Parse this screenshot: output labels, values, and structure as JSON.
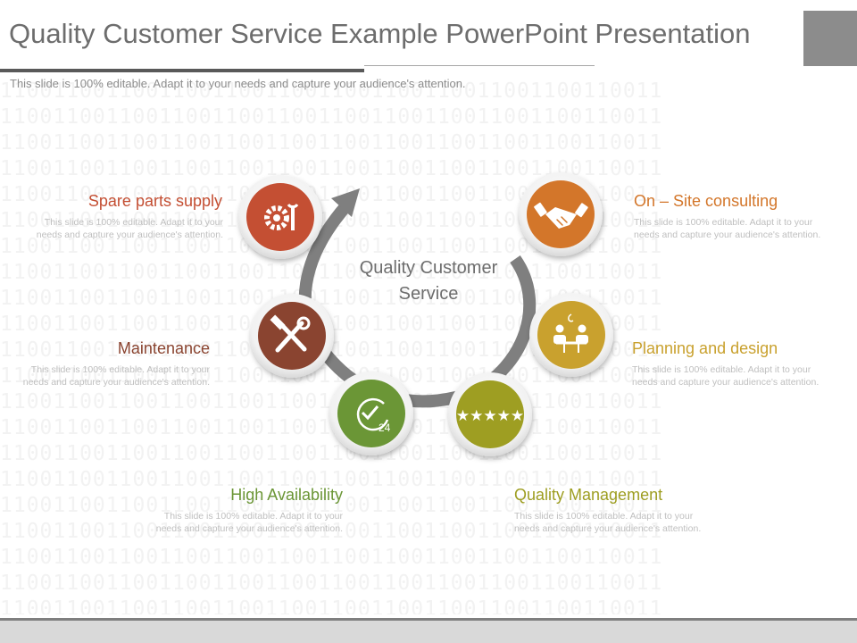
{
  "title": "Quality Customer Service Example PowerPoint Presentation",
  "subtitle": "This slide is 100% editable. Adapt it to your needs and capture your audience's attention.",
  "background_digits": "11001100110011001100110011001100110011001100110011",
  "center_label": "Quality Customer Service",
  "colors": {
    "spare_parts": "#c44f33",
    "maintenance": "#8a4430",
    "availability": "#6b9636",
    "quality": "#9e9e22",
    "planning": "#c9a12e",
    "consulting": "#d3762a"
  },
  "items": [
    {
      "key": "spare_parts",
      "icon": "gear-wrench-icon",
      "label": "Spare parts supply",
      "desc": "This slide is 100% editable. Adapt it to your needs and capture your audience's attention."
    },
    {
      "key": "maintenance",
      "icon": "hammer-wrench-icon",
      "label": "Maintenance",
      "desc": "This slide is 100% editable. Adapt it to your needs and capture your audience's attention."
    },
    {
      "key": "availability",
      "icon": "clock-24-icon",
      "label": "High Availability",
      "desc": "This slide is 100% editable. Adapt it to your needs and capture your audience's attention."
    },
    {
      "key": "quality",
      "icon": "five-stars-icon",
      "label": "Quality Management",
      "desc": "This slide is 100% editable. Adapt it to your needs and capture your audience's attention."
    },
    {
      "key": "planning",
      "icon": "meeting-table-icon",
      "label": "Planning  and design",
      "desc": "This slide is 100% editable. Adapt it to your needs and capture your audience's attention."
    },
    {
      "key": "consulting",
      "icon": "handshake-icon",
      "label": "On – Site consulting",
      "desc": "This slide is 100% editable. Adapt it to your needs and capture your audience's attention."
    }
  ],
  "icon_text": {
    "clock": "24",
    "stars": "★★★★★"
  }
}
